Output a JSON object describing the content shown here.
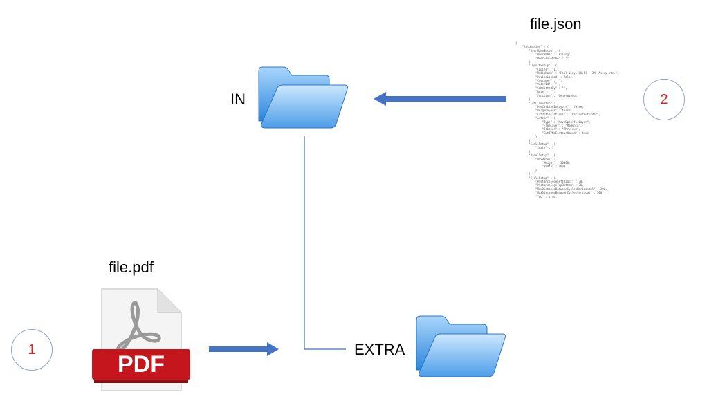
{
  "labels": {
    "file_json": "file.json",
    "file_pdf": "file.pdf",
    "in_folder": "IN",
    "extra_folder": "EXTRA",
    "step1": "1",
    "step2": "2",
    "pdf_badge": "PDF"
  },
  "colors": {
    "arrow": "#4472C4",
    "line": "#4472C4",
    "step_number": "#E02020",
    "pdf_red": "#C4161C",
    "folder_blue": "#5AA9EE"
  },
  "json_lines": [
    "{",
    "    \"Automation\" : {",
    "        \"UserNameSetup\" : {",
    "            \"UserName\" : \"Filing\",",
    "            \"UserGroupName\" : \"\"",
    "        },",
    "        \"ImportSetup\" : {",
    "            \"Copies\" : 1,",
    "            \"MediaName\" : \"Foil Vinyl [0.5] - 3M, Avery etc.\",",
    "            \"DeviceLinked\" : false,",
    "            \"Customer\" : \"\",",
    "            \"OrderId\" : \"\",",
    "            \"SubmittedBy\" : \"\",",
    "            \"Note\" : \"\",",
    "            \"Function\" : \"GenerateCut\"",
    "        },",
    "        \"CutLineSetup\" : {",
    "            \"DieCutLineInLayers\" : false,",
    "            \"MergeLayers\" : false,",
    "            \"CutOptimizations\" : \"FastestCutOrder\",",
    "            \"Action\" : {",
    "                \"Type\" : \"MoveSpecificLayer\",",
    "                \"FromLayer\" : \"Magenta\",",
    "                \"ToLayer\" : \"Thru-cut\",",
    "                \"CutIfNoContourNamed\" : true",
    "            }",
    "        },",
    "        \"ScaleSetup\" : {",
    "            \"Scale\" : 1",
    "        },",
    "        \"PanelSetup\" : {",
    "            \"MaxPanel\" : {",
    "                \"Height\" : 10000,",
    "                \"Width\" : 1000",
    "            }",
    "        },",
    "        \"CycleSetup\" : {",
    "            \"DistanceEdgeLeftRight\" : 30,",
    "            \"DistanceEdgeTopBottom\" : 30,",
    "            \"MaxDistanceBetweenCyclesHorizontal\" : 300,",
    "            \"MaxDistanceBetweenCyclesVertical\" : 300,",
    "            \"Top\" : true,"
  ]
}
